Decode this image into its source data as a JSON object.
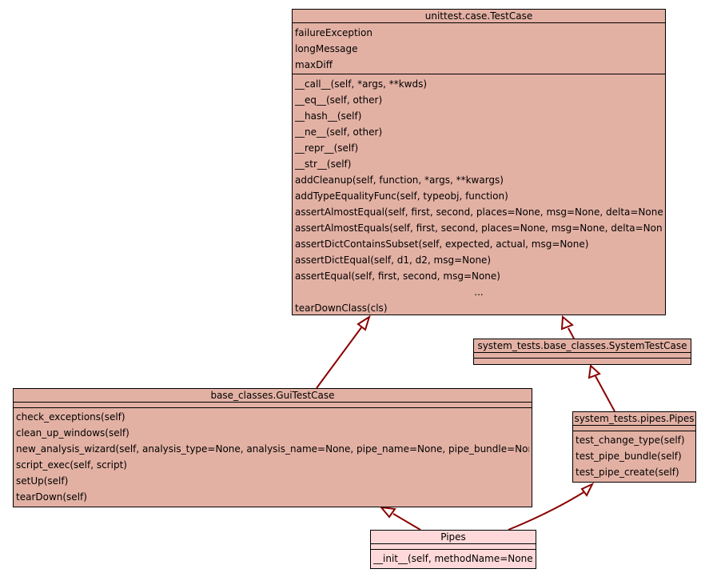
{
  "classes": {
    "testcase": {
      "name": "unittest.case.TestCase",
      "attributes": [
        "failureException",
        "longMessage",
        "maxDiff"
      ],
      "methods": [
        "__call__(self, *args, **kwds)",
        "__eq__(self, other)",
        "__hash__(self)",
        "__ne__(self, other)",
        "__repr__(self)",
        "__str__(self)",
        "addCleanup(self, function, *args, **kwargs)",
        "addTypeEqualityFunc(self, typeobj, function)",
        "assertAlmostEqual(self, first, second, places=None, msg=None, delta=None)",
        "assertAlmostEquals(self, first, second, places=None, msg=None, delta=None)",
        "assertDictContainsSubset(self, expected, actual, msg=None)",
        "assertDictEqual(self, d1, d2, msg=None)",
        "assertEqual(self, first, second, msg=None)",
        "...",
        "tearDownClass(cls)"
      ]
    },
    "systemtestcase": {
      "name": "system_tests.base_classes.SystemTestCase"
    },
    "guitestcase": {
      "name": "base_classes.GuiTestCase",
      "methods": [
        "check_exceptions(self)",
        "clean_up_windows(self)",
        "new_analysis_wizard(self, analysis_type=None, analysis_name=None, pipe_name=None, pipe_bundle=None)",
        "script_exec(self, script)",
        "setUp(self)",
        "tearDown(self)"
      ]
    },
    "systempipes": {
      "name": "system_tests.pipes.Pipes",
      "methods": [
        "test_change_type(self)",
        "test_pipe_bundle(self)",
        "test_pipe_create(self)"
      ]
    },
    "pipes": {
      "name": "Pipes",
      "methods": [
        "__init__(self, methodName=None)"
      ]
    }
  },
  "colors": {
    "class_fill": "#e3b1a4",
    "leaf_fill": "#ffd9d9",
    "edge": "#8b0000"
  }
}
